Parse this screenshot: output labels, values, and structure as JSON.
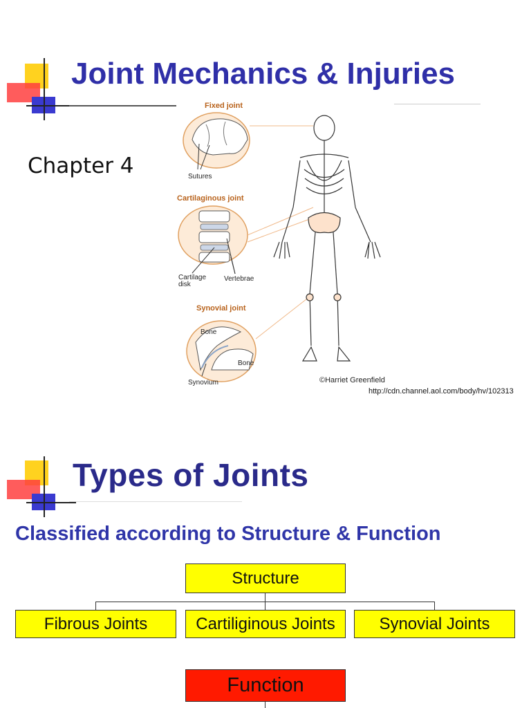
{
  "slide1": {
    "title": "Joint Mechanics & Injuries",
    "chapter": "Chapter 4",
    "figure": {
      "labels": {
        "fixed": "Fixed joint",
        "sutures": "Sutures",
        "cartilaginous": "Cartilaginous joint",
        "cartilage1": "Cartilage",
        "cartilage2": "disk",
        "vertebrae": "Vertebrae",
        "synovial": "Synovial joint",
        "bone1": "Bone",
        "bone2": "Bone",
        "synovium": "Synovium",
        "copyright": "©Harriet Greenfield"
      }
    },
    "source_url": "http://cdn.channel.aol.com/body/hv/102313"
  },
  "slide2": {
    "title": "Types of Joints",
    "subtitle": "Classified according to Structure & Function",
    "structure": {
      "label": "Structure",
      "children": [
        "Fibrous Joints",
        "Cartiliginous Joints",
        "Synovial Joints"
      ]
    },
    "function": {
      "label": "Function"
    }
  },
  "colors": {
    "title": "#2f2fa8",
    "box_yellow": "#ffff00",
    "box_red": "#ff1a00",
    "figure_accent": "#f4c9a6"
  }
}
